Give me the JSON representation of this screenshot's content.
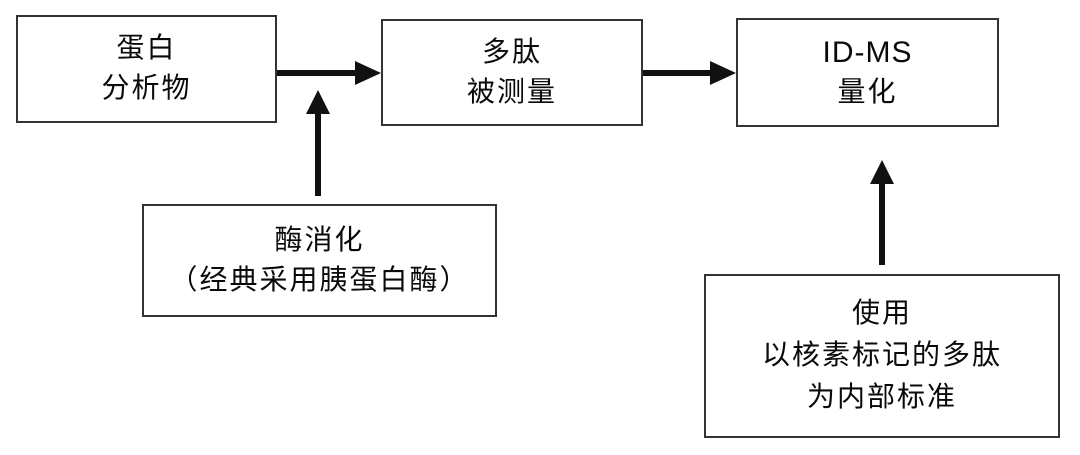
{
  "diagram": {
    "title": "ID-MS protein quantification workflow flowchart",
    "boxes": {
      "protein_analyte": {
        "lines": [
          "蛋白",
          "分析物"
        ]
      },
      "peptide_measurand": {
        "lines": [
          "多肽",
          "被测量"
        ]
      },
      "idms_quantification": {
        "lines": [
          "ID-MS",
          "量化"
        ]
      },
      "enzymatic_digestion": {
        "lines": [
          "酶消化",
          "（经典采用胰蛋白酶）"
        ]
      },
      "internal_standard": {
        "lines": [
          "使用",
          "以核素标记的多肽",
          "为内部标准"
        ]
      }
    },
    "arrows": [
      {
        "from": "protein_analyte",
        "to": "peptide_measurand",
        "direction": "right"
      },
      {
        "from": "peptide_measurand",
        "to": "idms_quantification",
        "direction": "right"
      },
      {
        "from": "enzymatic_digestion",
        "to": "arrow-protein-to-peptide",
        "direction": "up"
      },
      {
        "from": "internal_standard",
        "to": "idms_quantification",
        "direction": "up"
      }
    ],
    "colors": {
      "background": "#ffffff",
      "box_border": "#333333",
      "arrow": "#111111",
      "text": "#0a0a0a"
    }
  }
}
